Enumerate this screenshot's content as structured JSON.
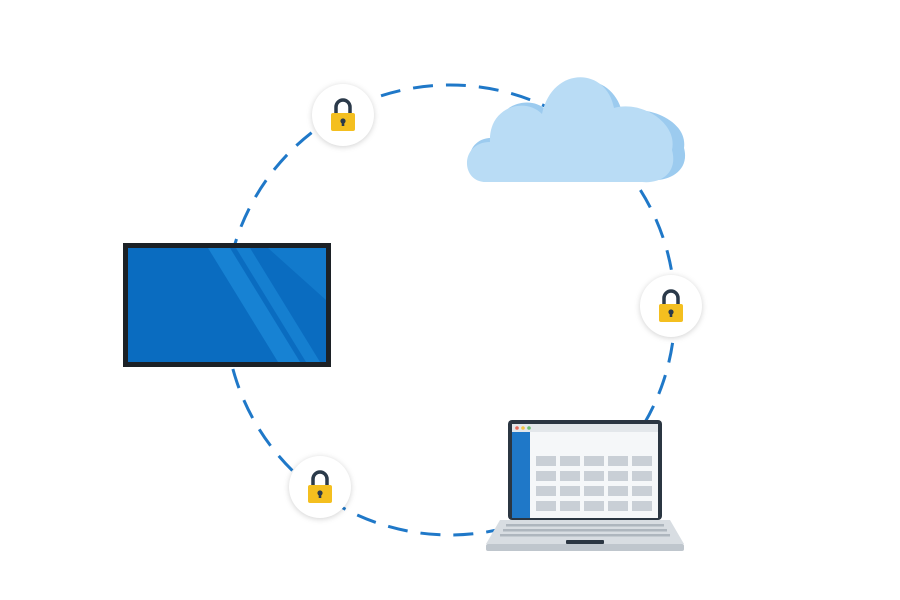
{
  "diagram": {
    "nodes": [
      {
        "id": "cloud",
        "icon": "cloud-icon"
      },
      {
        "id": "display",
        "icon": "monitor-icon"
      },
      {
        "id": "laptop",
        "icon": "laptop-icon"
      }
    ],
    "connections": [
      {
        "from": "display",
        "to": "cloud",
        "secured": true,
        "icon": "padlock-icon"
      },
      {
        "from": "cloud",
        "to": "laptop",
        "secured": true,
        "icon": "padlock-icon"
      },
      {
        "from": "laptop",
        "to": "display",
        "secured": true,
        "icon": "padlock-icon"
      }
    ],
    "colors": {
      "connection": "#1f78c8",
      "cloud": "#b9dcf5",
      "cloud_shadow": "#9ccbef",
      "screen": "#0a6cc0",
      "screen_highlight": "#1a86d6",
      "bezel": "#1c2126",
      "lock_body": "#f4bf1f",
      "lock_shackle": "#2b3a4a",
      "badge": "#ffffff"
    }
  }
}
